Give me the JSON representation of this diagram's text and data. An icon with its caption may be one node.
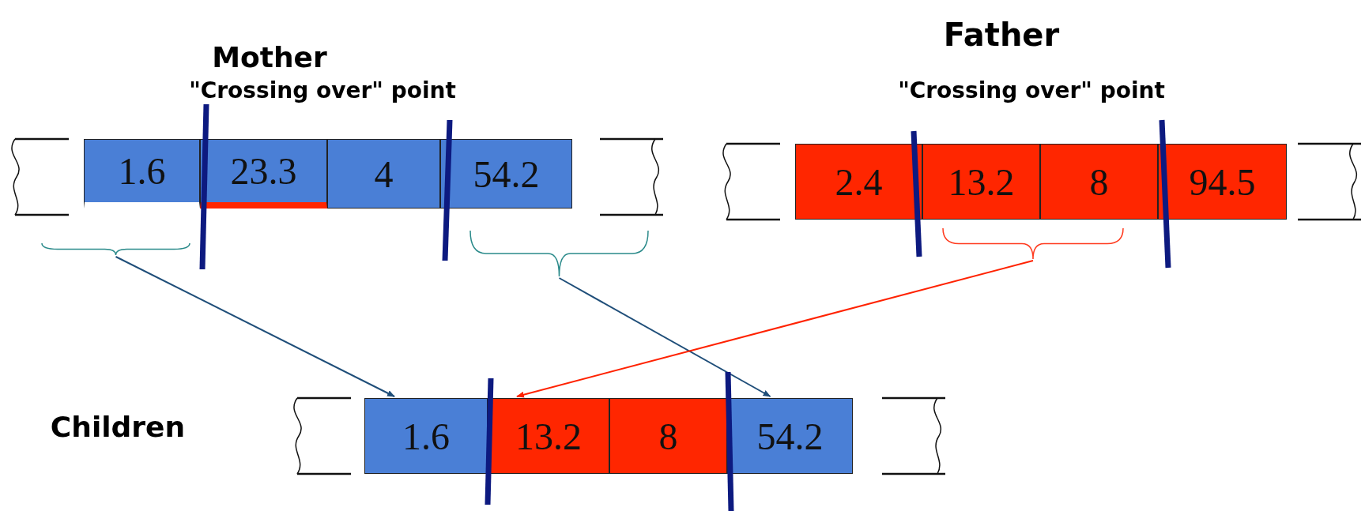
{
  "diagram": {
    "nodes": [
      {
        "text": [],
        "shape": "bar"
      },
      {
        "text": [
          "1.6"
        ],
        "in": 0
      },
      {
        "text": [
          "23.3"
        ],
        "in": 0
      },
      {
        "text": [
          "4"
        ],
        "in": 0
      },
      {
        "text": [
          "54.2"
        ],
        "in": 0
      },
      {
        "text": [],
        "shape": "bar"
      },
      {
        "text": [
          "2.4"
        ],
        "in": 5
      },
      {
        "text": [
          "13.2"
        ],
        "in": 5
      },
      {
        "text": [
          "8"
        ],
        "in": 5
      },
      {
        "text": [
          "94.5"
        ],
        "in": 5
      },
      {
        "text": [],
        "shape": "bar"
      },
      {
        "text": [
          "1.6"
        ],
        "in": 10
      },
      {
        "text": [
          "13.2"
        ],
        "in": 10
      },
      {
        "text": [
          "8"
        ],
        "in": 10
      },
      {
        "text": [
          "54.2"
        ],
        "in": 10
      },
      {
        "text": [],
        "shape": "brace"
      },
      {
        "text": [],
        "shape": "brace"
      },
      {
        "text": [],
        "shape": "brace"
      }
    ],
    "edges": [
      {
        "from": 15,
        "to": 11,
        "arrow": "to"
      },
      {
        "from": 16,
        "to": 14,
        "arrow": "to"
      },
      {
        "from": 17,
        "to": 12,
        "arrow": "to",
        "color": "#ff2200"
      }
    ],
    "labels": [
      "Mother",
      "\"Crossing over\" point",
      "Father",
      "\"Crossing over\" point",
      "Children"
    ]
  }
}
